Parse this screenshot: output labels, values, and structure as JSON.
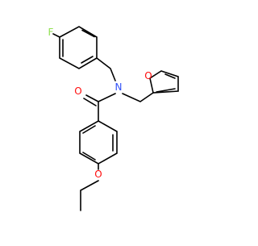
{
  "structure": {
    "atom_labels": {
      "fluorine": "F",
      "nitrogen": "N",
      "carbonyl_oxygen": "O",
      "furan_oxygen": "O",
      "ether_oxygen": "O"
    },
    "colors": {
      "bond": "#000000",
      "fluorine": "#90e050",
      "nitrogen": "#3050f8",
      "oxygen": "#ff0d0d",
      "background": "#ffffff"
    }
  }
}
